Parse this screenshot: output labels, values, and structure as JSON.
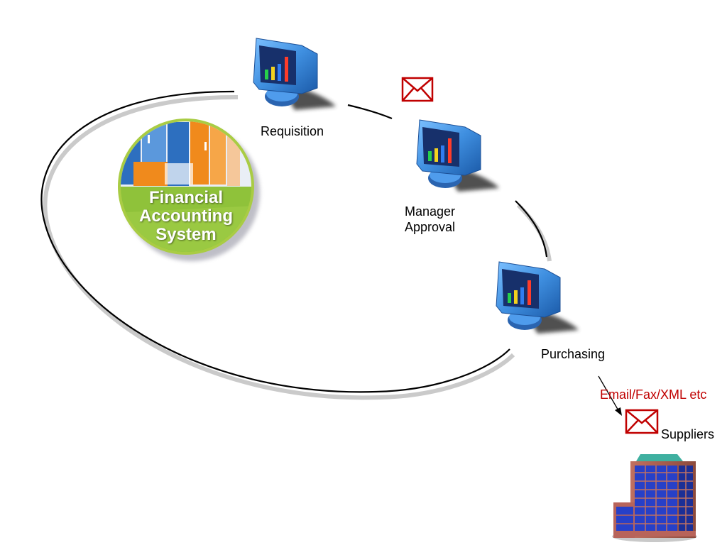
{
  "diagram": {
    "center_badge": {
      "title": "Financial Accounting System",
      "icon": "filing-cabinet-globe-icon",
      "colors": {
        "ring": "#b5d44a",
        "fill": "#8fc23a",
        "cabinet_blue": "#2d6fbf",
        "cabinet_orange": "#f08a1c"
      }
    },
    "nodes": {
      "requisition": {
        "label": "Requisition",
        "icon": "computer-monitor-icon"
      },
      "manager_approval": {
        "label_line1": "Manager",
        "label_line2": "Approval",
        "icon": "computer-monitor-icon"
      },
      "purchasing": {
        "label": "Purchasing",
        "icon": "computer-monitor-icon"
      },
      "suppliers": {
        "label": "Suppliers",
        "icon": "office-building-icon"
      }
    },
    "transmission": {
      "label": "Email/Fax/XML etc",
      "icon": "envelope-icon",
      "color": "#c00000"
    },
    "colors": {
      "monitor_body": "#3f8fe0",
      "monitor_screen": "#17306b",
      "cycle_line": "#000000"
    }
  }
}
